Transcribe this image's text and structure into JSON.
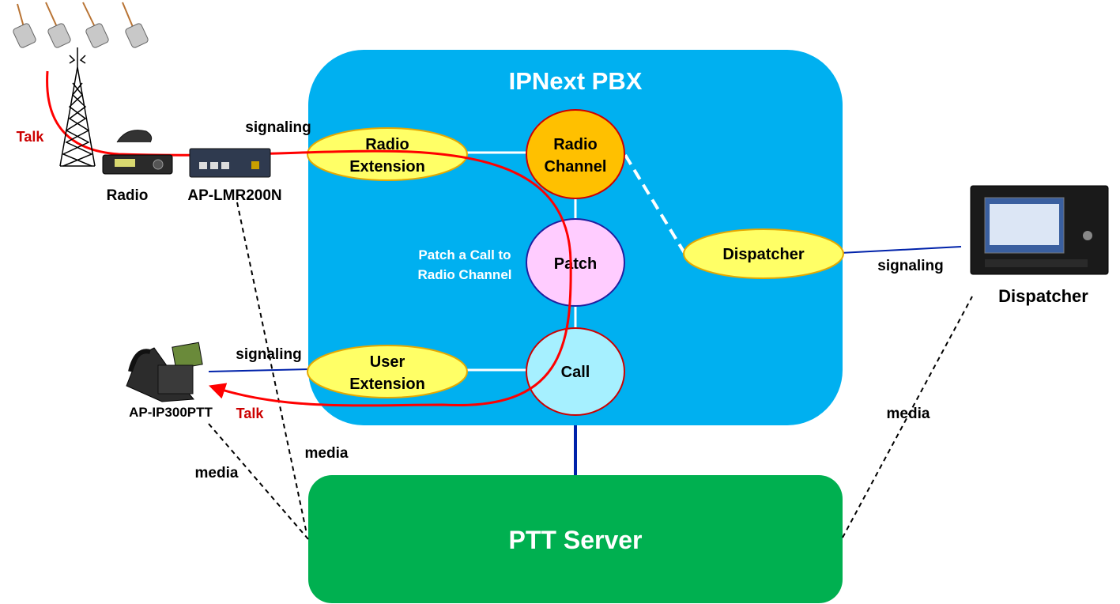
{
  "pbx": {
    "title": "IPNext PBX"
  },
  "ptt_server": {
    "label": "PTT Server"
  },
  "nodes": {
    "radio_extension": [
      "Radio",
      "Extension"
    ],
    "user_extension": [
      "User",
      "Extension"
    ],
    "radio_channel": [
      "Radio",
      "Channel"
    ],
    "patch": "Patch",
    "call": "Call",
    "dispatcher_node": "Dispatcher"
  },
  "annotations": {
    "patch_note": [
      "Patch a Call to",
      "Radio Channel"
    ],
    "signaling_radio": "signaling",
    "signaling_phone": "signaling",
    "signaling_dispatcher": "signaling",
    "media_lmr": "media",
    "media_phone": "media",
    "media_dispatcher": "media",
    "talk_radio": "Talk",
    "talk_phone": "Talk"
  },
  "devices": {
    "radio": "Radio",
    "gateway": "AP-LMR200N",
    "phone": "AP-IP300PTT",
    "dispatcher": "Dispatcher"
  },
  "colors": {
    "pbx_fill": "#00b0f0",
    "ptt_fill": "#00b050",
    "ellipse_fill": "#ffff66",
    "ellipse_stroke": "#e6a800",
    "radio_channel_fill": "#ffc000",
    "patch_fill": "#ffccff",
    "call_fill": "#a6f0ff",
    "talk_path": "#ff0000",
    "signaling_line": "#0022aa"
  }
}
